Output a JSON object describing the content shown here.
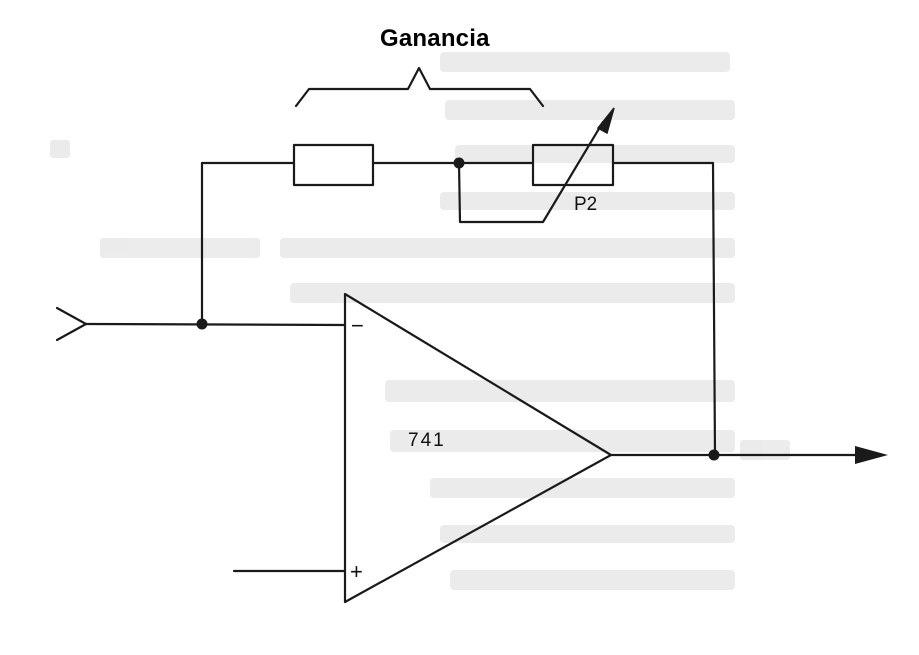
{
  "diagram": {
    "title": "Ganancia",
    "component_labels": {
      "potentiometer": "P2",
      "opamp": "741",
      "inverting_input": "−",
      "non_inverting_input": "+"
    },
    "colors": {
      "ink": "#1a1a1a",
      "title": "#000000",
      "show_through": "#d9d9d9",
      "background": "#ffffff"
    }
  }
}
